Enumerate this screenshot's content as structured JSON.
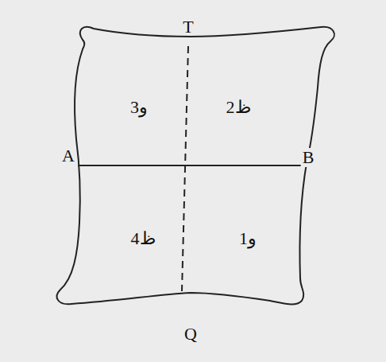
{
  "diagram": {
    "labels": [
      "T",
      "3و",
      "2ظ",
      "A",
      "B",
      "4ظ",
      "1و",
      "Q"
    ]
  }
}
